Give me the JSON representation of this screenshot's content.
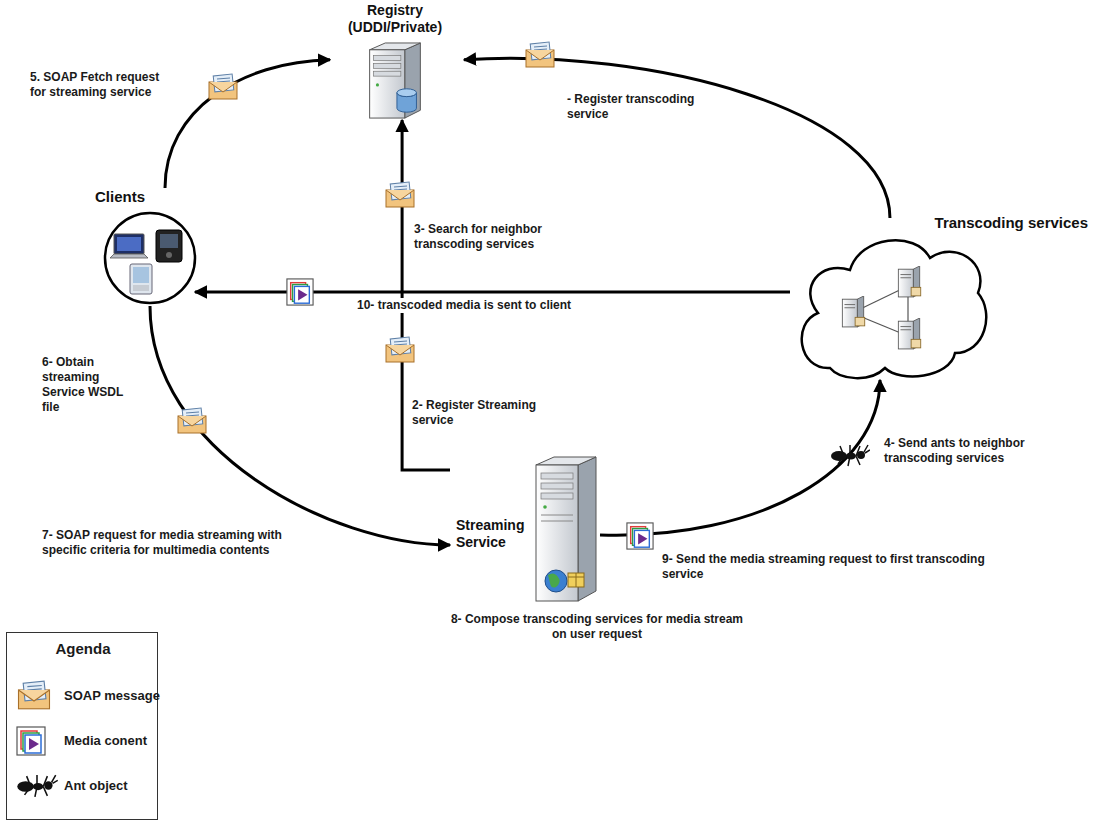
{
  "diagram": {
    "nodes": [
      {
        "text": [
          "Registry (UDDI/Private)"
        ]
      },
      {
        "text": [
          "Clients"
        ]
      },
      {
        "text": [
          "Transcoding services"
        ]
      },
      {
        "text": [
          "Streaming Service"
        ]
      }
    ],
    "edges": [
      {
        "from": 2,
        "to": 0,
        "arrow": "to",
        "label": "- Register transcoding service"
      },
      {
        "from": 1,
        "to": 0,
        "arrow": "to",
        "label": "5. SOAP Fetch request for streaming service"
      },
      {
        "from": 3,
        "to": 0,
        "arrow": "to",
        "label": "2- Register Streaming service"
      },
      {
        "from": 2,
        "to": 1,
        "arrow": "to",
        "label": "10- transcoded media is sent to client"
      },
      {
        "from": 1,
        "to": 3,
        "arrow": "to",
        "label": "7- SOAP request for media streaming with specific criteria for multimedia contents"
      },
      {
        "from": 3,
        "to": 2,
        "arrow": "to",
        "label": "4- Send ants to neighbor transcoding services"
      }
    ],
    "labels": [
      "3- Search for neighbor transcoding services",
      "6- Obtain streaming Service WSDL file",
      "8- Compose transcoding services for media stream on user request",
      "9- Send the media streaming request to first transcoding service",
      "Agenda"
    ],
    "legend": [
      {
        "text": "SOAP message"
      },
      {
        "text": "Media conent"
      },
      {
        "text": "Ant object"
      }
    ]
  }
}
